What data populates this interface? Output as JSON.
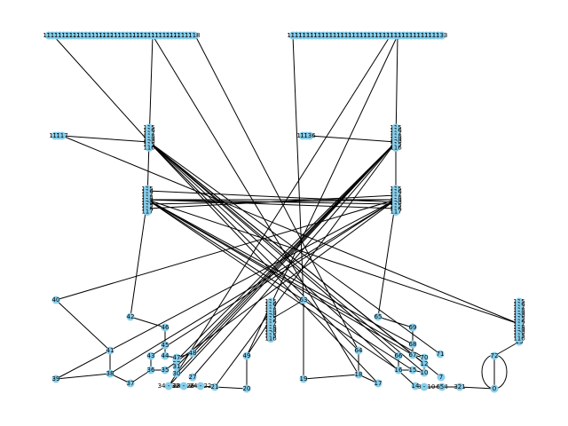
{
  "colors": {
    "node_fill": "#87ceeb",
    "edge": "#000000",
    "label": "#000000",
    "background": "#ffffff"
  },
  "graph": {
    "labeled_nodes": [
      {
        "id": "n0",
        "label": "0"
      },
      {
        "id": "n72",
        "label": "72"
      },
      {
        "id": "n13",
        "label": "13"
      },
      {
        "id": "n321",
        "label": "321"
      },
      {
        "id": "n654",
        "label": "654"
      },
      {
        "id": "n9810",
        "label": "98 - 10"
      },
      {
        "id": "n14",
        "label": "14"
      },
      {
        "id": "n7",
        "label": "7"
      },
      {
        "id": "n71",
        "label": "71"
      },
      {
        "id": "n70",
        "label": "70"
      },
      {
        "id": "n12",
        "label": "12"
      },
      {
        "id": "n10",
        "label": "10"
      },
      {
        "id": "n67",
        "label": "67"
      },
      {
        "id": "n66",
        "label": "66"
      },
      {
        "id": "n16",
        "label": "16"
      },
      {
        "id": "n15",
        "label": "15"
      },
      {
        "id": "n68",
        "label": "68"
      },
      {
        "id": "n69",
        "label": "69"
      },
      {
        "id": "n65",
        "label": "65"
      },
      {
        "id": "n64",
        "label": "64"
      },
      {
        "id": "n18",
        "label": "18"
      },
      {
        "id": "n17",
        "label": "17"
      },
      {
        "id": "n19",
        "label": "19"
      },
      {
        "id": "n63",
        "label": "63"
      },
      {
        "id": "n49",
        "label": "49"
      },
      {
        "id": "n20",
        "label": "20"
      },
      {
        "id": "n21",
        "label": "21"
      },
      {
        "id": "n24",
        "label": "24 - 22"
      },
      {
        "id": "n28",
        "label": "28 - 26"
      },
      {
        "id": "n3432",
        "label": "34 - 32"
      },
      {
        "id": "n27",
        "label": "27"
      },
      {
        "id": "n30",
        "label": "30"
      },
      {
        "id": "n31",
        "label": "31"
      },
      {
        "id": "n32b",
        "label": "32"
      },
      {
        "id": "n47",
        "label": "47"
      },
      {
        "id": "n48",
        "label": "48"
      },
      {
        "id": "n44",
        "label": "44"
      },
      {
        "id": "n45",
        "label": "45"
      },
      {
        "id": "n46",
        "label": "46"
      },
      {
        "id": "n43",
        "label": "43"
      },
      {
        "id": "n36",
        "label": "36"
      },
      {
        "id": "n35",
        "label": "35"
      },
      {
        "id": "n37",
        "label": "37"
      },
      {
        "id": "n38",
        "label": "38"
      },
      {
        "id": "n41",
        "label": "41"
      },
      {
        "id": "n39",
        "label": "39"
      },
      {
        "id": "n40",
        "label": "40"
      },
      {
        "id": "n42",
        "label": "42"
      }
    ],
    "stacks": [
      {
        "id": "s_left_mid",
        "labels": [
          "115",
          "116",
          "117",
          "118",
          "119",
          "120"
        ]
      },
      {
        "id": "s_mid_mid",
        "labels": [
          "136",
          "137"
        ]
      },
      {
        "id": "s_top_left_row",
        "labels": [
          "115",
          "116",
          "117",
          "118",
          "119",
          "120",
          "121",
          "122",
          "123"
        ]
      },
      {
        "id": "s_top_right_row",
        "labels": [
          "130",
          "131",
          "132",
          "133",
          "134",
          "135",
          "136",
          "137",
          "138"
        ]
      }
    ]
  }
}
